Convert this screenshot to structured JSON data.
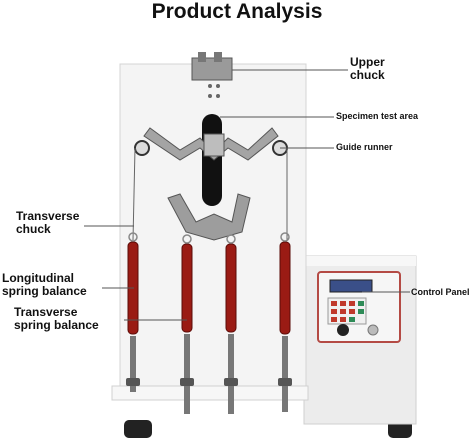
{
  "title": "Product Analysis",
  "labels": {
    "upper_chuck": [
      "Upper",
      "chuck"
    ],
    "specimen_test_area": "Specimen test area",
    "guide_runner": "Guide runner",
    "transverse_chuck": [
      "Transverse",
      "chuck"
    ],
    "longitudinal_spring_balance": [
      "Longitudinal",
      "spring balance"
    ],
    "transverse_spring_balance": [
      "Transverse",
      "spring balance"
    ],
    "control_panel": "Control Panel"
  },
  "colors": {
    "spring_red": "#9a1b14",
    "panel_frame": "#b44a44",
    "cabinet": "#f0f0f0",
    "board": "#f4f4f4"
  }
}
